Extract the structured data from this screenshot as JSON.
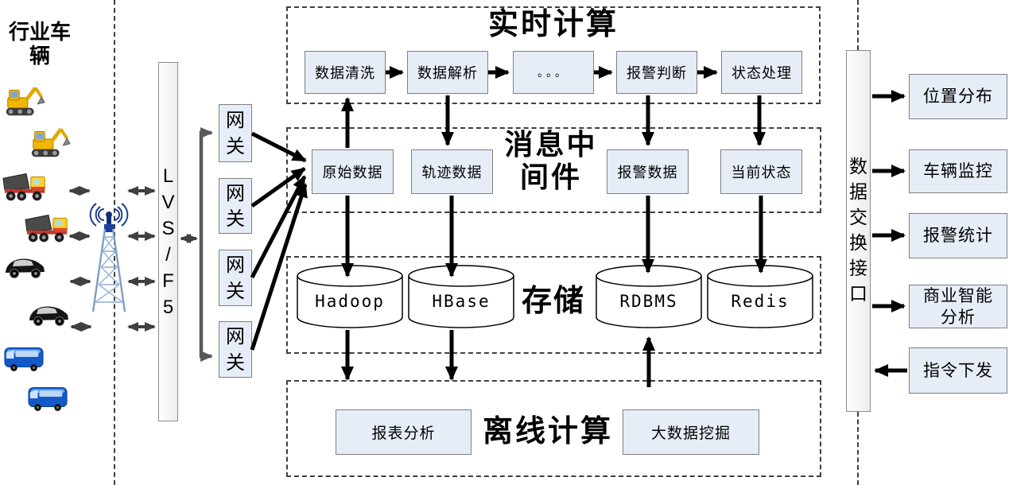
{
  "diagram": {
    "left": {
      "title": "行业车\n辆",
      "vehicle_icons": [
        "excavator-icon",
        "excavator-icon",
        "dump-truck-icon",
        "dump-truck-icon",
        "car-icon",
        "car-icon",
        "bus-icon",
        "bus-icon"
      ],
      "tower_icon": "radio-tower-icon",
      "lvs_bar_label": "L\nV\nS\n/\nF\n5",
      "gateways": [
        {
          "label": "网\n关"
        },
        {
          "label": "网\n关"
        },
        {
          "label": "网\n关"
        },
        {
          "label": "网\n关"
        }
      ]
    },
    "realtime": {
      "title": "实时计算",
      "steps": [
        "数据清洗",
        "数据解析",
        "。。。",
        "报警判断",
        "状态处理"
      ]
    },
    "middleware": {
      "title": "消息中\n间件",
      "queues": [
        "原始数据",
        "轨迹数据",
        "报警数据",
        "当前状态"
      ]
    },
    "storage": {
      "title": "存储",
      "stores": [
        "Hadoop",
        "HBase",
        "RDBMS",
        "Redis"
      ]
    },
    "offline": {
      "title": "离线计算",
      "jobs": [
        "报表分析",
        "大数据挖掘"
      ]
    },
    "exchange": {
      "bar_label": "数\n据\n交\n换\n接\n口",
      "outputs": [
        "位置分布",
        "车辆监控",
        "报警统计",
        "商业智能\n分析",
        "指令下发"
      ]
    }
  },
  "colors": {
    "node_fill": "#e6edf7",
    "node_border": "#7f7f7f",
    "arrow_black": "#000000",
    "arrow_gray": "#404040",
    "bracket_gray": "#595959",
    "bar_fill": "#f4f4f4",
    "machine_yellow": "#f2b705",
    "bus_blue": "#1258c8",
    "tower_blue": "#1b3f9e"
  }
}
